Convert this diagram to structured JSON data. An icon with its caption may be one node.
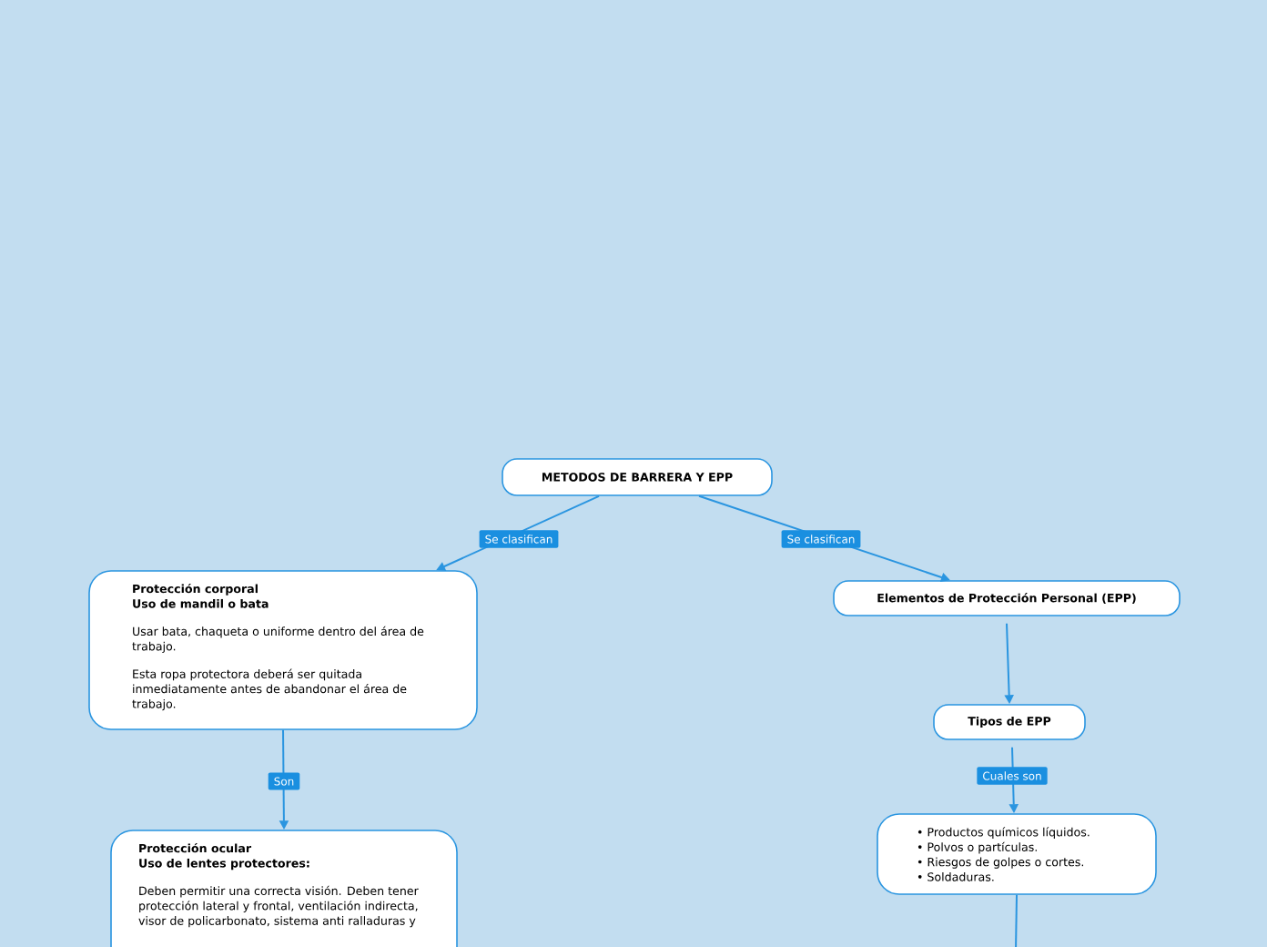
{
  "diagram": {
    "nodes": [
      {
        "text": [
          "METODOS DE BARRERA Y EPP"
        ]
      },
      {
        "text": [
          "Protección corporal",
          "Uso de mandil o bata",
          "Usar bata, chaqueta o uniforme dentro del área de trabajo.",
          "Esta ropa protectora deberá ser quitada inmediatamente antes de abandonar el área de trabajo."
        ]
      },
      {
        "text": [
          "Elementos de Protección Personal (EPP)"
        ]
      },
      {
        "text": [
          "Protección ocular",
          "Uso de lentes protectores:",
          "Deben permitir una correcta visión. Deben tener protección lateral y frontal, ventilación indirecta, visor de policarbonato, sistema anti ralladuras y"
        ]
      },
      {
        "text": [
          "Tipos de EPP"
        ]
      },
      {
        "text": [
          "• Productos químicos líquidos.",
          "• Polvos o partículas.",
          "• Riesgos de golpes o cortes.",
          "• Soldaduras."
        ]
      }
    ],
    "edges": [
      {
        "from": 0,
        "to": 1,
        "arrow": "to",
        "label": "Se clasifican"
      },
      {
        "from": 0,
        "to": 2,
        "arrow": "to",
        "label": "Se clasifican"
      },
      {
        "from": 1,
        "to": 3,
        "arrow": "to",
        "label": "Son"
      },
      {
        "from": 2,
        "to": 4,
        "arrow": "to"
      },
      {
        "from": 4,
        "to": 5,
        "arrow": "to",
        "label": "Cuales son"
      },
      {
        "from": 5,
        "to": null,
        "arrow": "none"
      }
    ]
  }
}
